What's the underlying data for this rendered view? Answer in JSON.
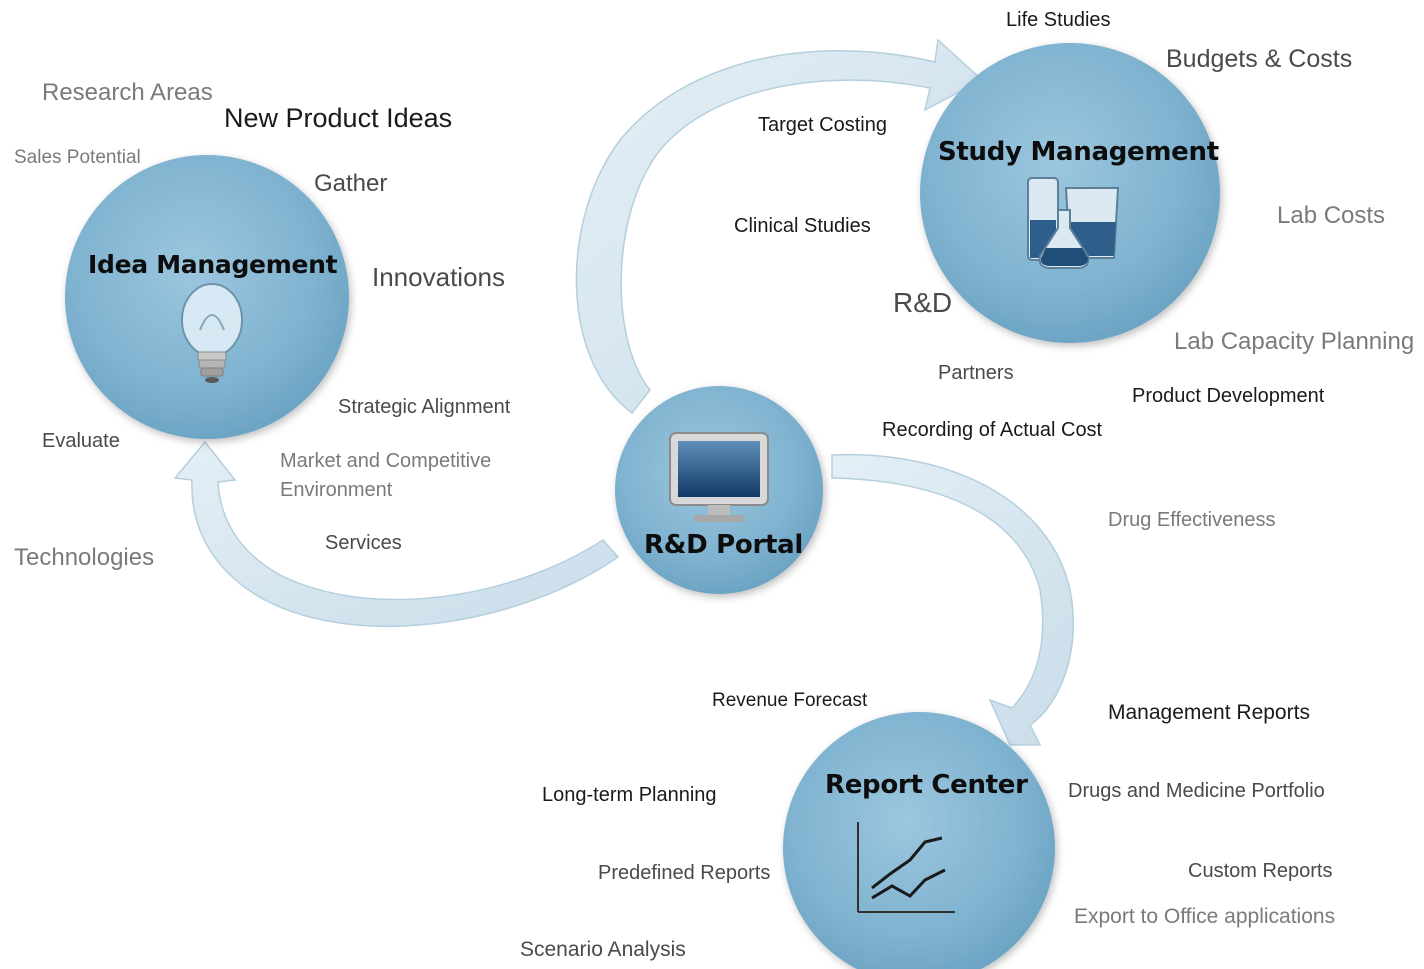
{
  "hubs": {
    "idea": "Idea Management",
    "study": "Study Management",
    "portal": "R&D Portal",
    "report": "Report Center"
  },
  "idea_labels": {
    "research_areas": "Research Areas",
    "new_product_ideas": "New Product  Ideas",
    "sales_potential": "Sales Potential",
    "gather": "Gather",
    "innovations": "Innovations",
    "strategic_alignment": "Strategic Alignment",
    "evaluate": "Evaluate",
    "market_line1": "Market and Competitive",
    "market_line2": "Environment",
    "services": "Services",
    "technologies": "Technologies"
  },
  "study_labels": {
    "life_studies": "Life Studies",
    "budgets_costs": "Budgets & Costs",
    "target_costing": "Target Costing",
    "clinical_studies": "Clinical Studies",
    "lab_costs": "Lab Costs",
    "rd": "R&D",
    "lab_capacity_planning": "Lab Capacity Planning",
    "partners": "Partners",
    "product_development": "Product Development",
    "recording_actual_cost": "Recording of Actual  Cost",
    "drug_effectiveness": "Drug Effectiveness"
  },
  "report_labels": {
    "revenue_forecast": "Revenue Forecast",
    "management_reports": "Management Reports",
    "long_term_planning": "Long-term Planning",
    "drugs_medicine_portfolio": "Drugs and Medicine Portfolio",
    "predefined_reports": "Predefined Reports",
    "custom_reports": "Custom Reports",
    "export_office": "Export to Office applications",
    "scenario_analysis": "Scenario Analysis"
  },
  "colors": {
    "hub_fill": "#7fb3d0",
    "arrow_fill": "#d6e6f0",
    "arrow_edge": "#b8d0de"
  }
}
